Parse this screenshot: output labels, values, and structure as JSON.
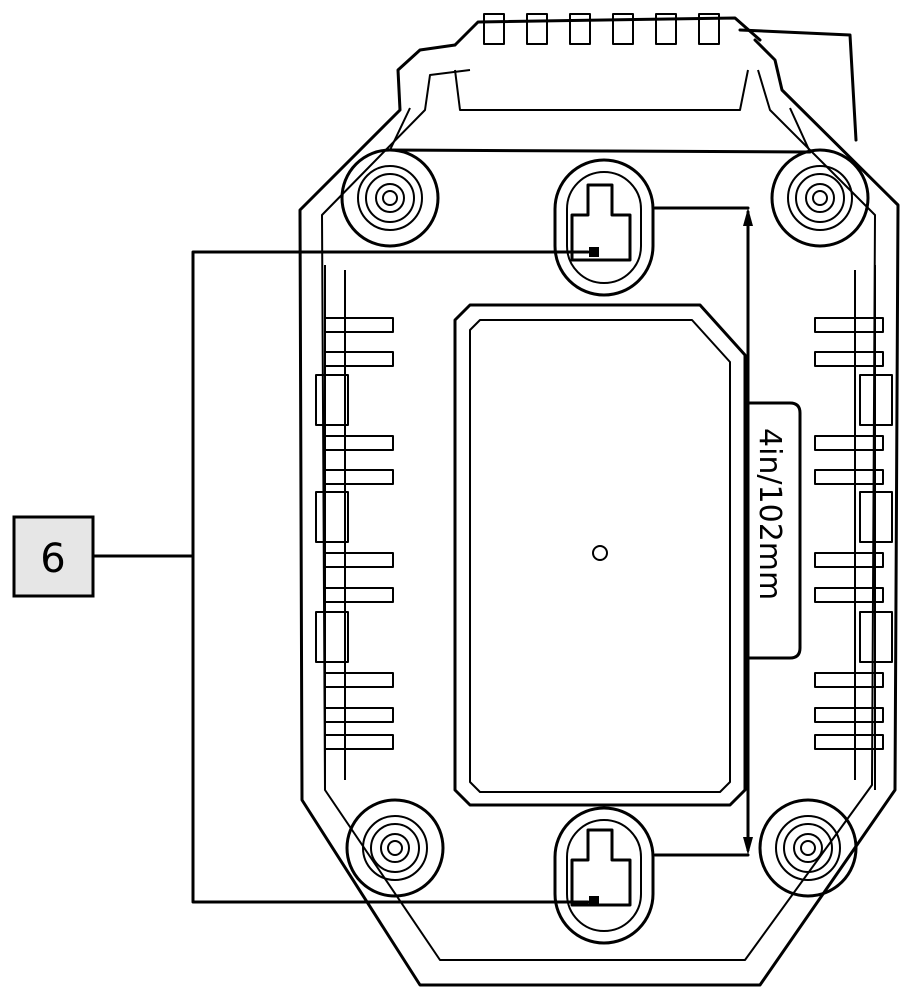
{
  "callout": {
    "number": "6",
    "box_fill": "#e6e6e6",
    "target": "keyhole-mounting-slots"
  },
  "dimension": {
    "text": "4in/102mm"
  },
  "colors": {
    "line": "#000000",
    "background": "#ffffff"
  }
}
